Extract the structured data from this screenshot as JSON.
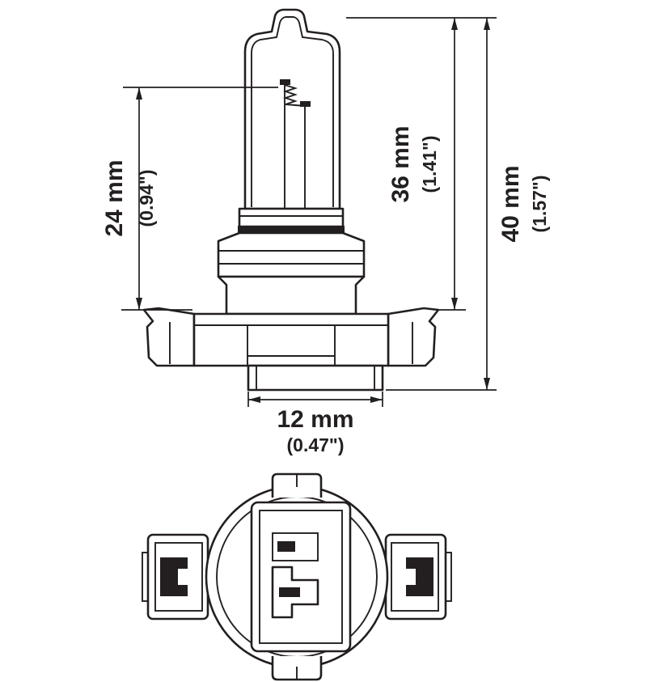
{
  "page": {
    "background_color": "#ffffff",
    "line_color": "#231f20"
  },
  "dimensions": {
    "height_24": {
      "metric": "24 mm",
      "imperial": "(0.94\")"
    },
    "height_36": {
      "metric": "36 mm",
      "imperial": "(1.41\")"
    },
    "height_40": {
      "metric": "40 mm",
      "imperial": "(1.57\")"
    },
    "width_12": {
      "metric": "12 mm",
      "imperial": "(0.47\")"
    }
  }
}
